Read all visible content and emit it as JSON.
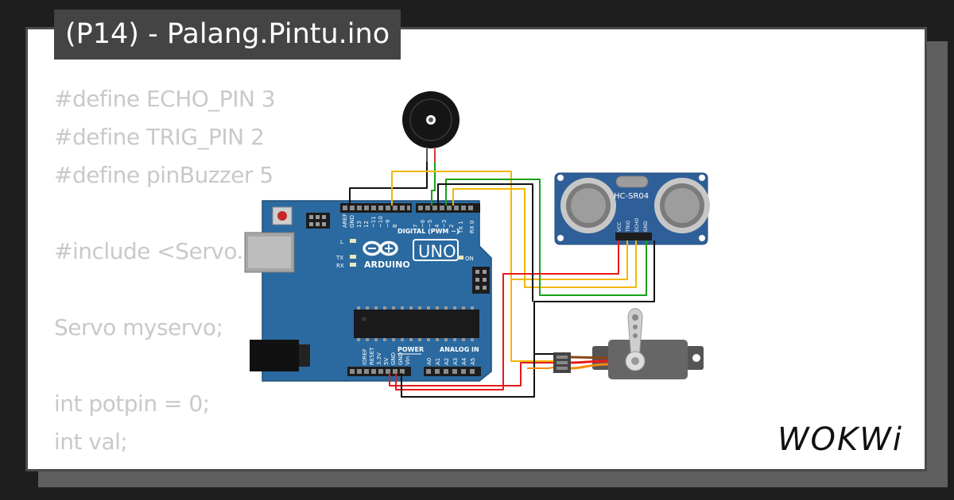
{
  "title": "(P14) - Palang.Pintu.ino",
  "code_lines": [
    "#define ECHO_PIN 3",
    "#define TRIG_PIN 2",
    "#define pinBuzzer 5",
    "",
    "#include <Servo.h>",
    "",
    "Servo myservo;",
    "",
    "int potpin = 0;",
    "int val;"
  ],
  "board": {
    "brand": "ARDUINO",
    "model": "UNO",
    "digital_label": "DIGITAL (PWM ~)",
    "power_label": "POWER",
    "analog_label": "ANALOG IN",
    "on_label": "ON",
    "l_label": "L",
    "tx_label": "TX",
    "rx_label": "RX",
    "top_pins": [
      "AREF",
      "GND",
      "13",
      "12",
      "~11",
      "~10",
      "~9",
      "8",
      "7",
      "~6",
      "~5",
      "4",
      "~3",
      "2",
      "TX 1",
      "RX 0"
    ],
    "power_pins": [
      "IOREF",
      "RESET",
      "3.3V",
      "5V",
      "GND",
      "GND",
      "Vin"
    ],
    "analog_pins": [
      "A0",
      "A1",
      "A2",
      "A3",
      "A4",
      "A5"
    ]
  },
  "sensor": {
    "model": "HC-SR04",
    "pins": [
      "VCC",
      "TRIG",
      "ECHO",
      "GND"
    ]
  },
  "brand_logo": "WOKWi",
  "colors": {
    "background": "#1e1e1e",
    "board": "#2b6aa0",
    "wire_red": "#e81a1a",
    "wire_yellow": "#f2b705",
    "wire_green": "#17a317",
    "wire_black": "#111111",
    "wire_orange": "#f58a10"
  }
}
